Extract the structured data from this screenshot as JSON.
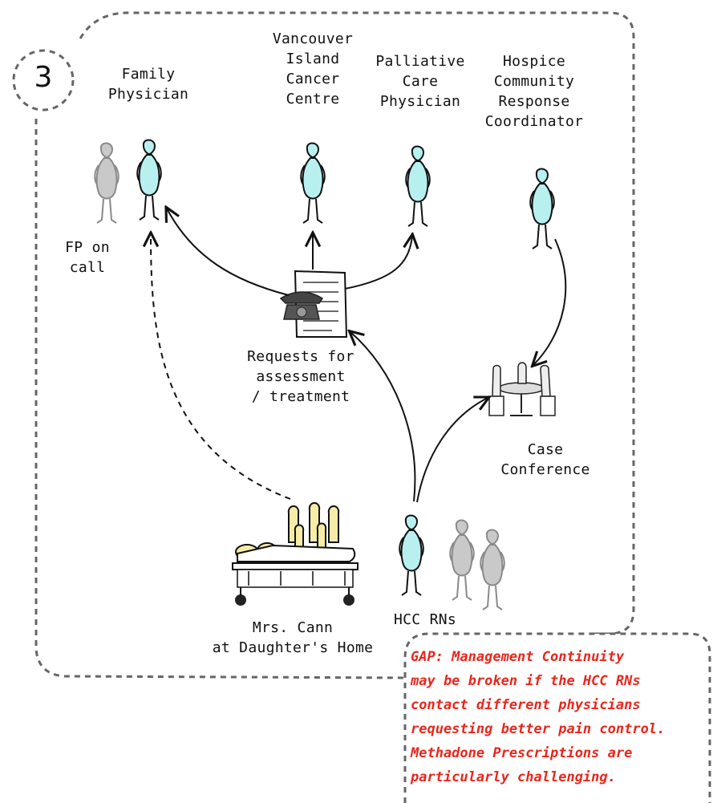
{
  "step_number": "3",
  "nodes": {
    "family_physician": "Family\nPhysician",
    "fp_on_call": "FP on\ncall",
    "cancer_centre": "Vancouver\nIsland\nCancer\nCentre",
    "palliative_physician": "Palliative\nCare\nPhysician",
    "hospice_coordinator": "Hospice\nCommunity\nResponse\nCoordinator",
    "requests": "Requests for\nassessment\n/ treatment",
    "case_conference": "Case\nConference",
    "hcc_rns": "HCC RNs",
    "patient": "Mrs. Cann\nat Daughter's Home"
  },
  "gap_note": {
    "text": "GAP: Management Continuity\nmay be broken if the HCC RNs\ncontact different physicians\nrequesting better pain control.\nMethadone Prescriptions are\nparticularly challenging.",
    "color": "#e8261c"
  },
  "colors": {
    "figure_fill": "#b8f0f0",
    "gray_figure_fill": "#c9c9c9",
    "gray_stroke": "#8a8a8a",
    "patient_fill": "#f6eca6",
    "stroke": "#111111",
    "border": "#666666"
  }
}
